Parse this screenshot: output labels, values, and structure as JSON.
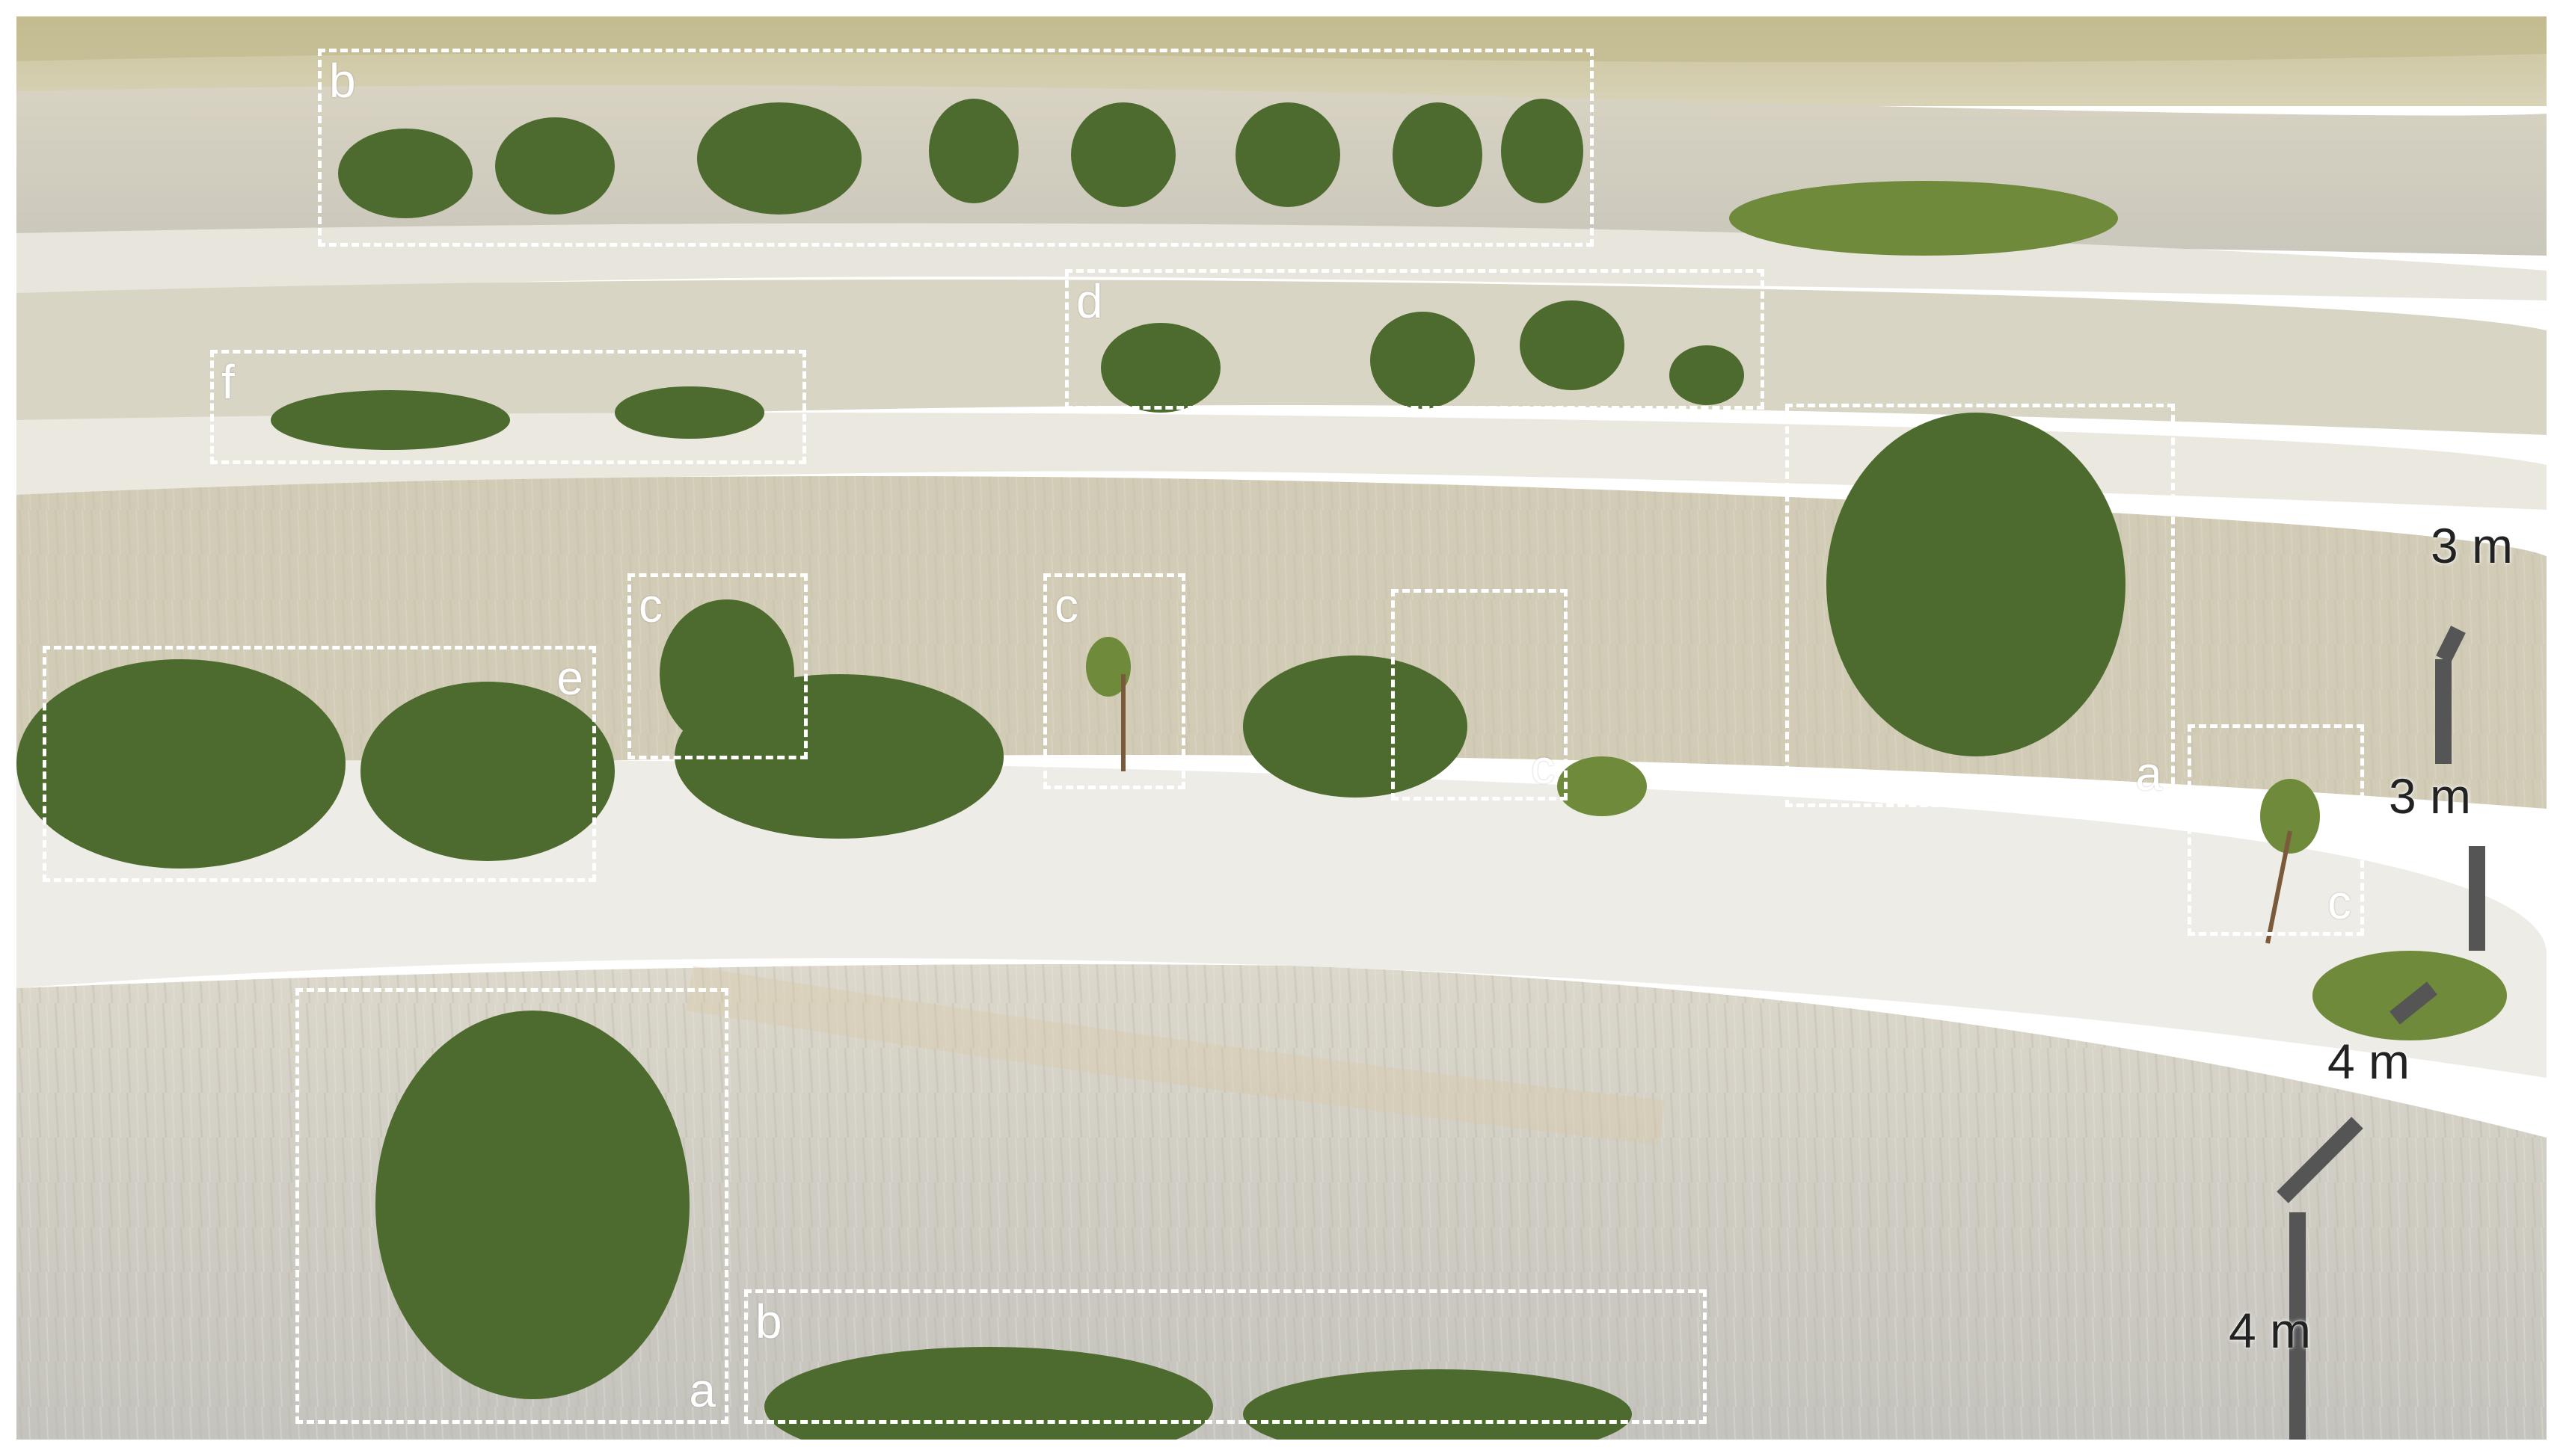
{
  "photo": {
    "label_color": "#ffffff",
    "scale_color": "#555555",
    "boxes": [
      {
        "id": "b-top",
        "label": "b"
      },
      {
        "id": "d",
        "label": "d"
      },
      {
        "id": "f",
        "label": "f"
      },
      {
        "id": "a-right",
        "label": "a"
      },
      {
        "id": "e",
        "label": "e"
      },
      {
        "id": "c1",
        "label": "c"
      },
      {
        "id": "c2",
        "label": "c"
      },
      {
        "id": "c3",
        "label": "c"
      },
      {
        "id": "c4",
        "label": "c"
      },
      {
        "id": "a-bottom",
        "label": "a"
      },
      {
        "id": "b-bottom",
        "label": "b"
      }
    ],
    "scale_labels": [
      "3 m",
      "3 m",
      "4 m",
      "4 m"
    ]
  }
}
